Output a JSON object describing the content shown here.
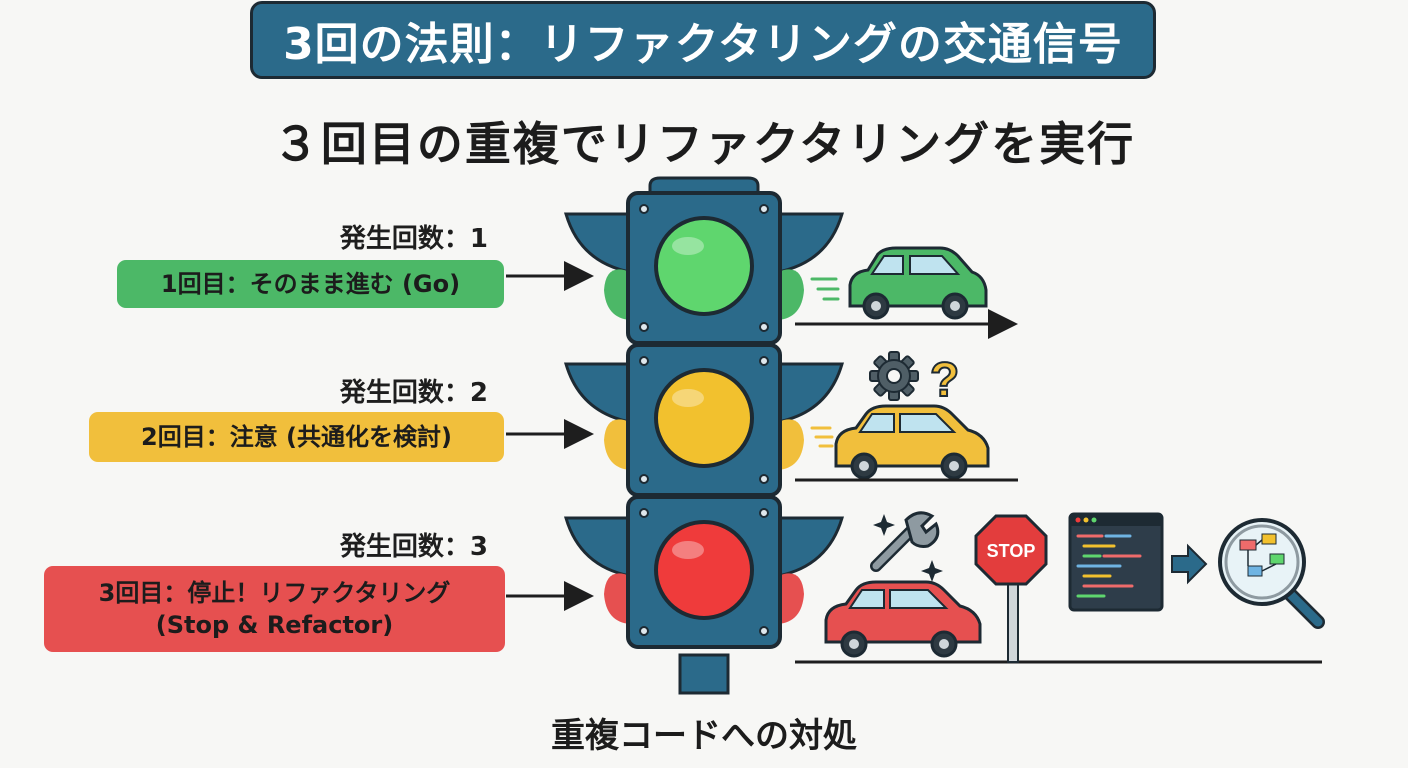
{
  "title": "3回の法則：リファクタリングの交通信号",
  "subtitle": "３回目の重複でリファクタリングを実行",
  "stages": [
    {
      "count_label": "発生回数：1",
      "action": "1回目：そのまま進む (Go)",
      "color": "#4cb867"
    },
    {
      "count_label": "発生回数：2",
      "action": "2回目：注意 (共通化を検討)",
      "color": "#f1bf3c"
    },
    {
      "count_label": "発生回数：3",
      "action_line1": "3回目：停止！リファクタリング",
      "action_line2": "(Stop & Refactor)",
      "color": "#e65050"
    }
  ],
  "stop_sign": "STOP",
  "caption": "重複コードへの対処",
  "lamp_colors": {
    "green": "#5fd66e",
    "yellow": "#f2c12e",
    "red": "#ef3b3b"
  },
  "frame_color": "#2b6a8a"
}
